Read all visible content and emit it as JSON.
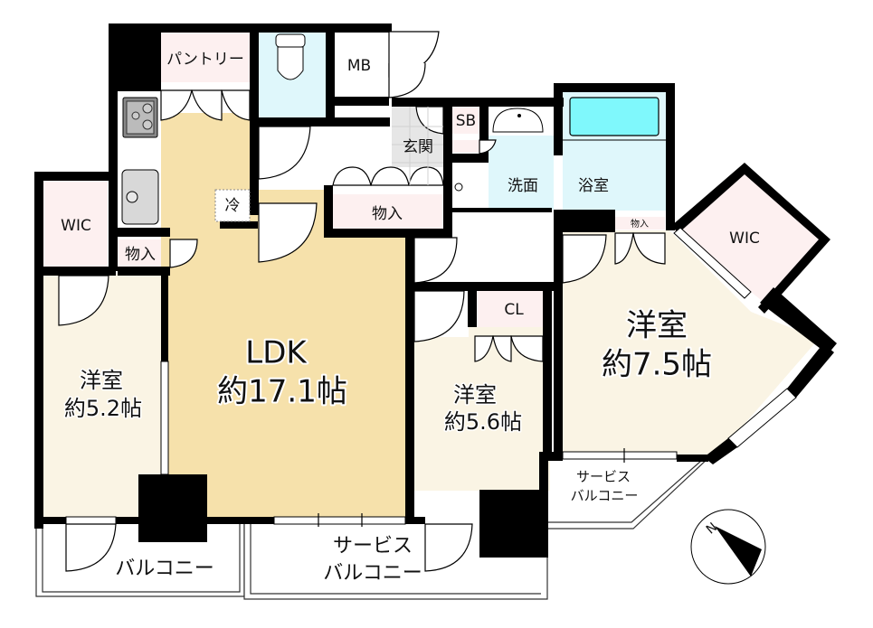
{
  "floor_plan": {
    "rooms": {
      "ldk": {
        "name": "LDK",
        "size": "約17.1帖",
        "color": "#f6e1ab"
      },
      "western_room_1": {
        "name": "洋室",
        "size": "約5.2帖",
        "color": "#faf4e4"
      },
      "western_room_2": {
        "name": "洋室",
        "size": "約5.6帖",
        "color": "#faf4e4"
      },
      "western_room_3": {
        "name": "洋室",
        "size": "約7.5帖",
        "color": "#faf4e4"
      },
      "pantry": {
        "name": "パントリー",
        "color": "#fdf0f0"
      },
      "mb": {
        "name": "MB"
      },
      "sb": {
        "name": "SB"
      },
      "entrance": {
        "name": "玄関",
        "color": "#e6e6e6"
      },
      "washroom": {
        "name": "洗面",
        "color": "#dff7fb"
      },
      "bathroom": {
        "name": "浴室",
        "color": "#dff7fb"
      },
      "wic_left": {
        "name": "WIC"
      },
      "wic_right": {
        "name": "WIC"
      },
      "storage_kitchen": {
        "name": "物入"
      },
      "storage_hall": {
        "name": "物入"
      },
      "storage_bedroom": {
        "name": "物入"
      },
      "closet": {
        "name": "CL"
      },
      "fridge": {
        "name": "冷"
      }
    },
    "balconies": {
      "balcony": {
        "name": "バルコニー"
      },
      "service_balcony_main": {
        "line1": "サービス",
        "line2": "バルコニー"
      },
      "service_balcony_side": {
        "line1": "サービス",
        "line2": "バルコニー"
      }
    },
    "compass": {
      "label": "N"
    }
  }
}
